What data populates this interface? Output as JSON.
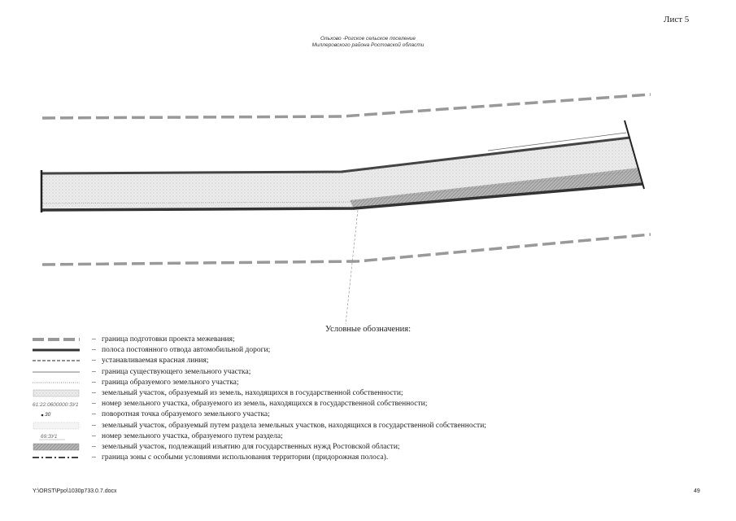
{
  "header": {
    "sheet": "Лист 5",
    "title_line1": "Ольхово -Рогское сельское поселение",
    "title_line2": "Миллеровского района Ростовской области"
  },
  "legend": {
    "title": "Условные обозначения:",
    "dash": "–",
    "items": [
      {
        "text": "граница подготовки проекта межевания;"
      },
      {
        "text": "полоса постоянного отвода автомобильной дороги;"
      },
      {
        "text": "устанавливаемая красная линия;"
      },
      {
        "text": "граница существующего земельного участка;"
      },
      {
        "text": "граница образуемого земельного участка;"
      },
      {
        "text": "земельный участок, образуемый из земель, находящихся в государственной собственности;"
      },
      {
        "text": "номер земельного участка, образуемого из земель, находящихся в государственной собственности;",
        "symbol": "61:22:0600000:ЗУ1"
      },
      {
        "text": "поворотная точка образуемого земельного участка;",
        "symbol": "30"
      },
      {
        "text": "земельный участок, образуемый путем раздела  земельных участков, находящихся в государственной собственности;"
      },
      {
        "text": "номер земельного участка, образуемого путем раздела;",
        "symbol": "69:ЗУ1"
      },
      {
        "text": "земельный участок, подлежащий изъятию для государственных нужд Ростовской области;"
      },
      {
        "text": "граница зоны с особыми условиями использования территории (придорожная полоса)."
      }
    ]
  },
  "footer": {
    "path": "Y:\\ORST\\Ppo\\1030p733.0.7.docx",
    "page": "49"
  },
  "colors": {
    "boundary_dashed": "#999999",
    "road_edge": "#333333",
    "hatch": "#8a8a8a",
    "stipple_bg": "#ececec"
  }
}
